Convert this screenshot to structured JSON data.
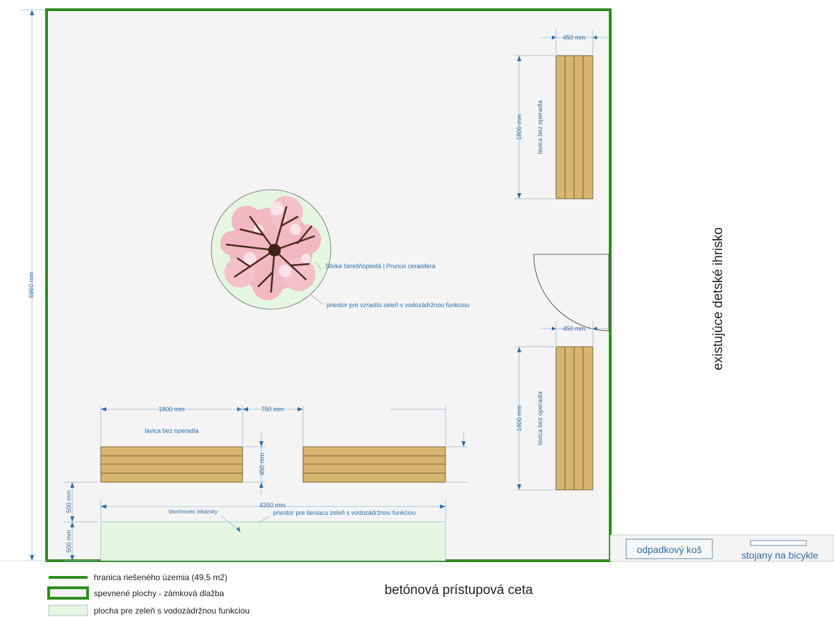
{
  "dimensions": {
    "total_height": "6950 mm",
    "bench_right_top_width": "450 mm",
    "bench_right_top_length": "1800 mm",
    "bench_right_bottom_width": "450 mm",
    "bench_right_bottom_length": "1800 mm",
    "bench_bottom_length": "1800 mm",
    "bench_gap": "750 mm",
    "bench_bottom_depth": "450 mm",
    "bottom_width": "4350 mm",
    "offset_500_upper": "500 mm",
    "offset_500_lower": "500 mm"
  },
  "labels": {
    "bench_right_top": "lavica bez operadla",
    "bench_right_bottom": "lavica bez operadla",
    "bench_bottom": "lavica bez operadla",
    "tree": "Slivka čerešňoplodá | Prunus cerasifera",
    "tree_space": "priestor pre vzrastlú zeleň s vodozádržnou funkciou",
    "shade_space": "priestor pre tieniacu zeleň s vodozádržnou funkciou",
    "laurel": "Vavrínovec lekársky",
    "playground": "existujúce detské ihrisko",
    "bin": "odpadkový koš",
    "bike": "stojany na bicykle",
    "path": "betónová prístupová ceta"
  },
  "legend": [
    {
      "label": "hranica riešeného územia (49,5 m2)",
      "swatch": "line"
    },
    {
      "label": "spevnené plochy - zámková dlažba",
      "swatch": "box"
    },
    {
      "label": "plocha pre zeleň s vodozádržnou funkciou",
      "swatch": "fill"
    }
  ],
  "colors": {
    "boundary": "#2e8b1e",
    "paving": "#f4f4f4",
    "greenery": "#e6f7e1",
    "bench_wood": "#d8b56e",
    "dimension": "#2f6fa8",
    "blossom": "#f2b8c4"
  }
}
